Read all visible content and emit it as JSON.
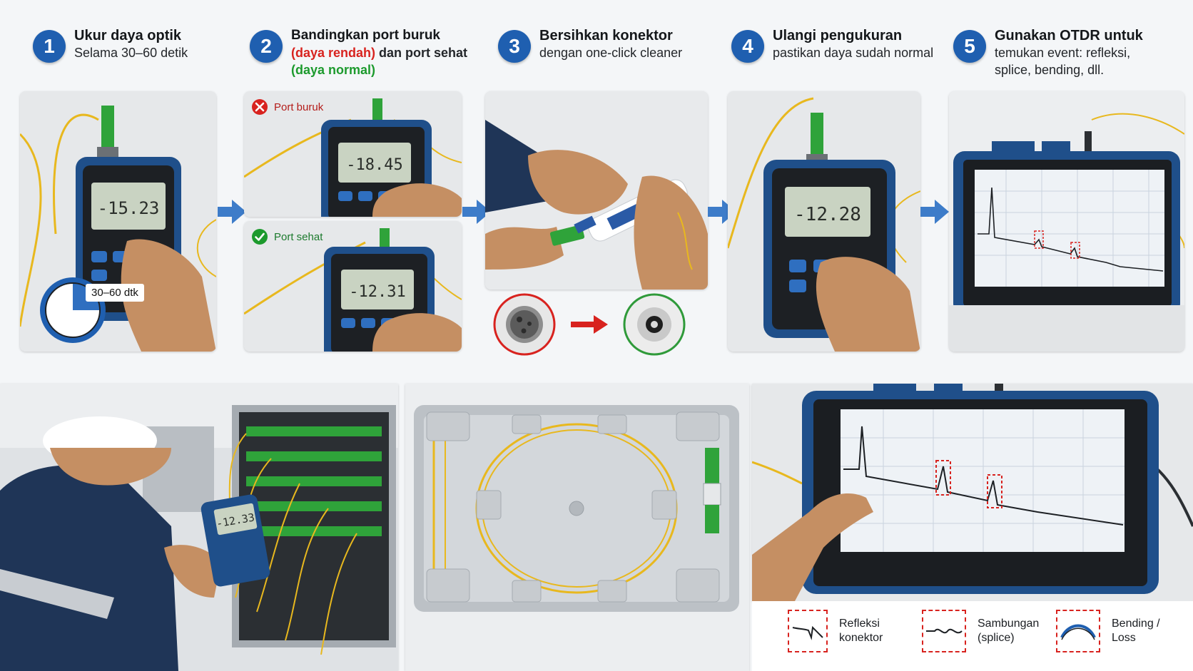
{
  "steps": [
    {
      "number": "1",
      "title": "Ukur daya optik",
      "subtitle": "Selama 30–60 detik"
    },
    {
      "number": "2",
      "title": "Bandingkan port buruk",
      "line2_red": "(daya rendah)",
      "line2_rest": " dan port sehat",
      "line3_green": "(daya normal)"
    },
    {
      "number": "3",
      "title": "Bersihkan konektor",
      "subtitle": "dengan one-click cleaner"
    },
    {
      "number": "4",
      "title": "Ulangi pengukuran",
      "subtitle": "pastikan daya sudah normal"
    },
    {
      "number": "5",
      "title": "Gunakan OTDR untuk",
      "subtitle_line1": "temukan event: refleksi,",
      "subtitle_line2": "splice, bending, dll."
    }
  ],
  "meters": {
    "step1_reading": "-15.23",
    "bad_port_reading": "-18.45",
    "good_port_reading": "-12.31",
    "step4_reading": "-12.28",
    "field_reading": "-12.33"
  },
  "labels": {
    "timer": "30–60 dtk",
    "bad_port": "Port buruk",
    "good_port": "Port sehat"
  },
  "legend": [
    {
      "icon": "reflection-icon",
      "line1": "Refleksi",
      "line2": "konektor"
    },
    {
      "icon": "splice-icon",
      "line1": "Sambungan",
      "line2": "(splice)"
    },
    {
      "icon": "bend-icon",
      "line1": "Bending /",
      "line2": "Loss"
    }
  ],
  "colors": {
    "accent_blue": "#1f5fb0",
    "bad_red": "#d8231f",
    "good_green": "#1c9a2d",
    "fiber_yellow": "#e8b81e",
    "connector_green": "#2fa33a"
  }
}
